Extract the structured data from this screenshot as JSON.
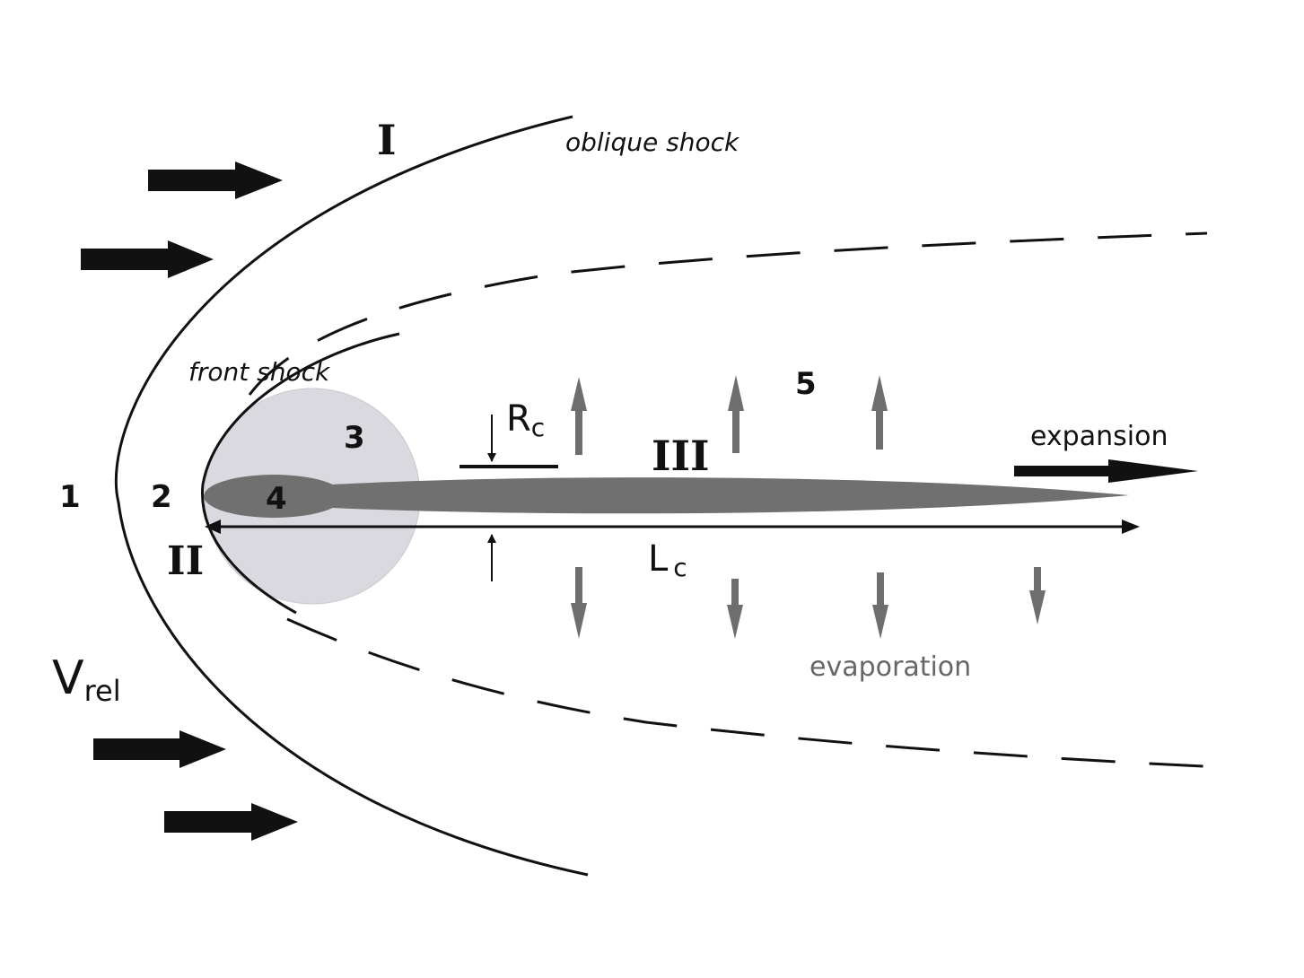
{
  "labels": {
    "oblique_shock": "oblique shock",
    "front_shock": "front shock",
    "expansion": "expansion",
    "evaporation": "evaporation",
    "v_main": "V",
    "v_sub": "rel",
    "rc_main": "R",
    "rc_sub": "c",
    "lc_main": "L",
    "lc_sub": "c"
  },
  "regions": {
    "roman_1": "I",
    "roman_2": "II",
    "roman_3": "III",
    "n1": "1",
    "n2": "2",
    "n3": "3",
    "n4": "4",
    "n5": "5"
  },
  "colors": {
    "line": "#111111",
    "coma": "#d9d9df",
    "tail": "#707070",
    "evap_arrow": "#6e6e6e"
  }
}
